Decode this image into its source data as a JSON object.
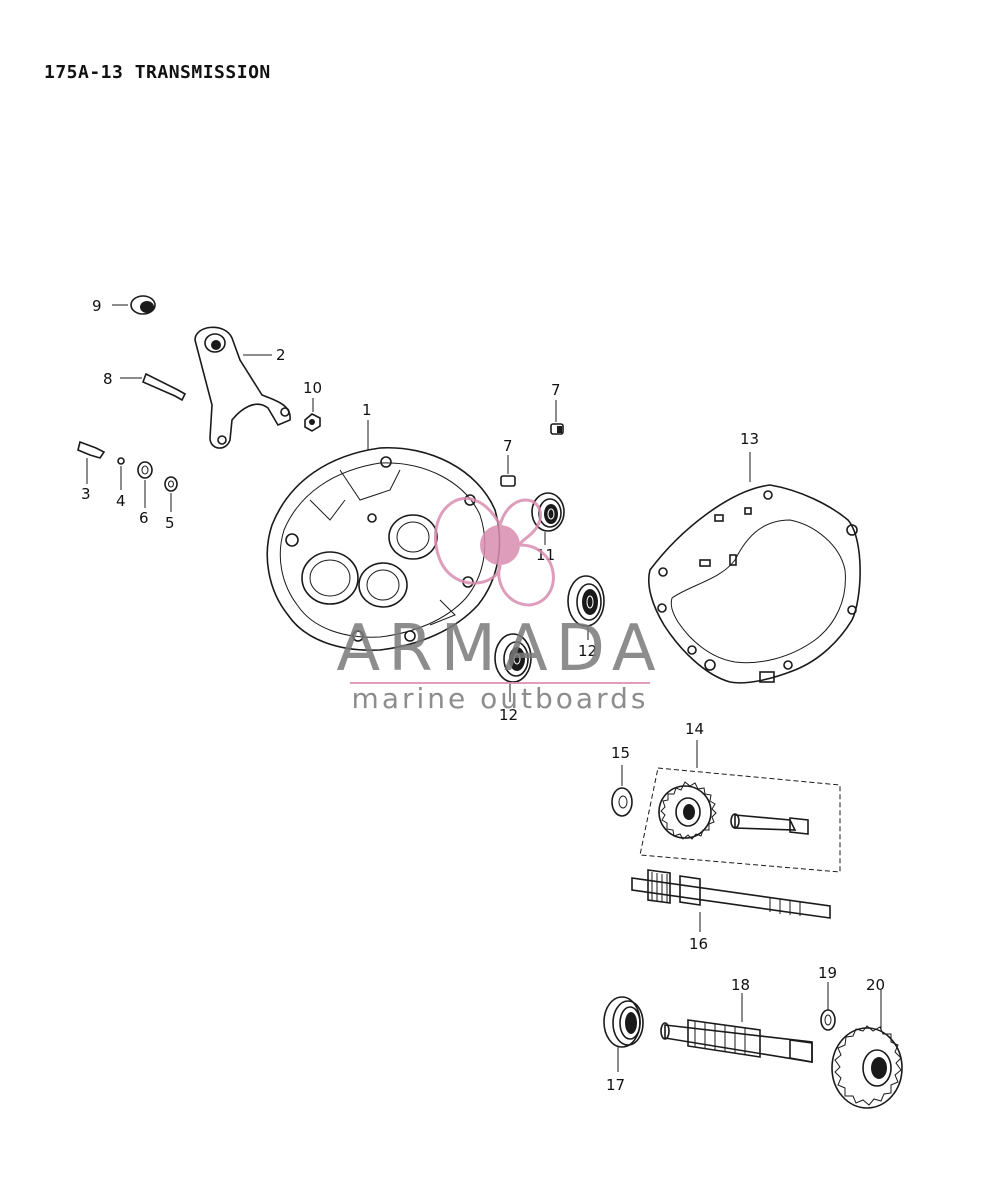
{
  "diagram": {
    "title": "175A-13  TRANSMISSION",
    "callouts": [
      {
        "id": "c9",
        "label": "9"
      },
      {
        "id": "c2",
        "label": "2"
      },
      {
        "id": "c8",
        "label": "8"
      },
      {
        "id": "c10",
        "label": "10"
      },
      {
        "id": "c1",
        "label": "1"
      },
      {
        "id": "c7a",
        "label": "7"
      },
      {
        "id": "c7b",
        "label": "7"
      },
      {
        "id": "c13",
        "label": "13"
      },
      {
        "id": "c3",
        "label": "3"
      },
      {
        "id": "c4",
        "label": "4"
      },
      {
        "id": "c6",
        "label": "6"
      },
      {
        "id": "c5",
        "label": "5"
      },
      {
        "id": "c11",
        "label": "11"
      },
      {
        "id": "c12a",
        "label": "12"
      },
      {
        "id": "c12b",
        "label": "12"
      },
      {
        "id": "c14",
        "label": "14"
      },
      {
        "id": "c15",
        "label": "15"
      },
      {
        "id": "c16",
        "label": "16"
      },
      {
        "id": "c17",
        "label": "17"
      },
      {
        "id": "c18",
        "label": "18"
      },
      {
        "id": "c19",
        "label": "19"
      },
      {
        "id": "c20",
        "label": "20"
      }
    ]
  },
  "watermark": {
    "brand": "ARMADA",
    "tagline": "marine outboards",
    "accent_color": "#d98cb0",
    "text_color": "#7a7a7a"
  }
}
